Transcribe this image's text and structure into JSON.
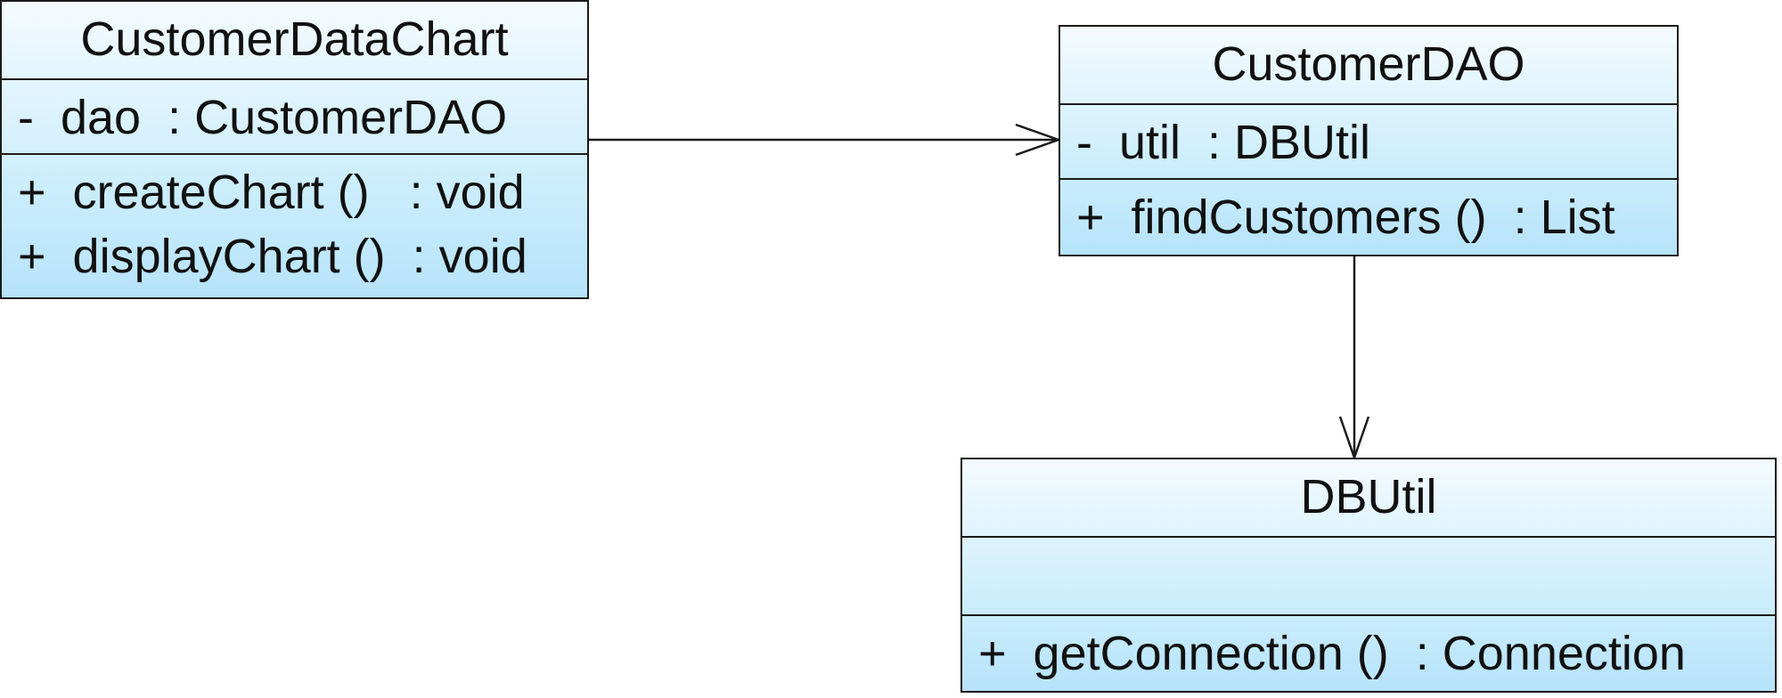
{
  "classes": {
    "customer_data_chart": {
      "name": "CustomerDataChart",
      "attributes": [
        "-  dao  : CustomerDAO"
      ],
      "operations": [
        "+  createChart ()   : void",
        "+  displayChart ()  : void"
      ]
    },
    "customer_dao": {
      "name": "CustomerDAO",
      "attributes": [
        "-  util  : DBUtil"
      ],
      "operations": [
        "+  findCustomers ()  : List"
      ]
    },
    "db_util": {
      "name": "DBUtil",
      "attributes": [],
      "operations": [
        "+  getConnection ()  : Connection"
      ]
    }
  },
  "relationships": [
    {
      "from": "CustomerDataChart",
      "to": "CustomerDAO",
      "type": "association"
    },
    {
      "from": "CustomerDAO",
      "to": "DBUtil",
      "type": "association"
    }
  ]
}
